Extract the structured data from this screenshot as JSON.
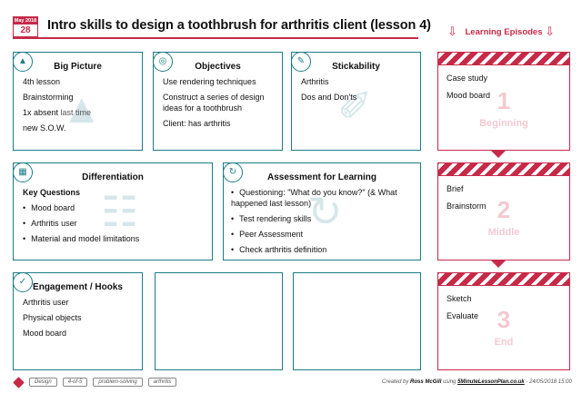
{
  "header": {
    "date_month": "May 2018",
    "date_day": "28",
    "title": "Intro skills to design a toothbrush for arthritis client (lesson 4)",
    "learning_episodes_label": "Learning Episodes"
  },
  "boxes": {
    "big_picture": {
      "heading": "Big Picture",
      "lines": [
        "4th lesson",
        "Brainstorming",
        "1x absent",
        "last time",
        "new S.O.W."
      ]
    },
    "objectives": {
      "heading": "Objectives",
      "lines": [
        "Use rendering techniques",
        "Construct a series of design ideas for a toothbrush",
        "Client: has arthritis"
      ]
    },
    "stickability": {
      "heading": "Stickability",
      "lines": [
        "Arthritis",
        "Dos and Don'ts"
      ]
    },
    "differentiation": {
      "heading": "Differentiation",
      "subheading": "Key Questions",
      "bullets": [
        "Mood board",
        "Arthritis user",
        "Material and model limitations"
      ]
    },
    "assessment": {
      "heading": "Assessment for Learning",
      "bullets": [
        "Questioning: \"What do you know?\"  (& What happened last lesson)",
        "Test rendering skills",
        "Peer Assessment",
        "Check arthritis definition"
      ]
    },
    "engagement": {
      "heading": "Engagement / Hooks",
      "lines": [
        "Arthritis user",
        "Physical objects",
        "Mood board"
      ]
    }
  },
  "episodes": [
    {
      "number": "1",
      "stage": "Beginning",
      "lines": [
        "Case study",
        "Mood board"
      ]
    },
    {
      "number": "2",
      "stage": "Middle",
      "lines": [
        "Brief",
        "Brainstorm"
      ]
    },
    {
      "number": "3",
      "stage": "End",
      "lines": [
        "Sketch",
        "Evaluate"
      ]
    }
  ],
  "footer": {
    "tags": [
      "Design",
      "4-of-5",
      "problem-solving",
      "arthritis"
    ],
    "credit_prefix": "Created by",
    "credit_author": "Ross McGill",
    "credit_using": "using",
    "credit_site": "5MinuteLessonPlan.co.uk",
    "credit_date": "- 24/05/2018 15:00"
  },
  "colors": {
    "accent": "#c62a48",
    "teal": "#1d7c86"
  }
}
